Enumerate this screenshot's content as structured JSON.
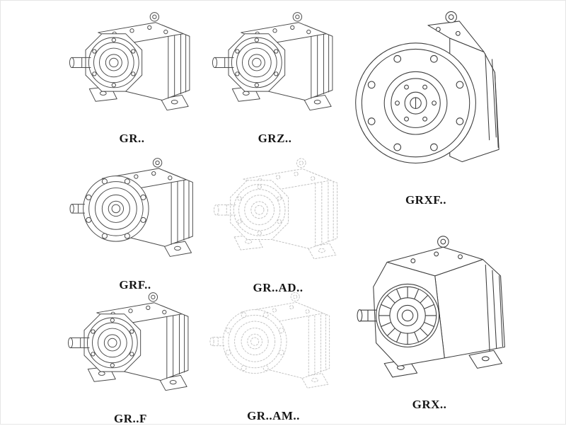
{
  "page": {
    "background": "#ffffff",
    "line_color_dark": "#4a4a4a",
    "line_color_ghost": "#c3c3c3"
  },
  "figures": [
    {
      "name": "helical-gear-unit-foot-mounted",
      "label": "GR..",
      "stroke": "#4a4a4a"
    },
    {
      "name": "helical-gear-unit-foot-mounted-z",
      "label": "GRZ..",
      "stroke": "#4a4a4a"
    },
    {
      "name": "helical-gear-unit-large-flange",
      "label": "GRXF..",
      "stroke": "#3d3d3d"
    },
    {
      "name": "helical-gear-unit-flange-mounted",
      "label": "GRF..",
      "stroke": "#4a4a4a"
    },
    {
      "name": "helical-gear-unit-adapter-ad-ghost",
      "label": "GR..AD..",
      "stroke": "#c3c3c3",
      "dash": "2.5 2.5"
    },
    {
      "name": "helical-gear-unit-foot-f",
      "label": "GR..F",
      "stroke": "#4a4a4a"
    },
    {
      "name": "helical-gear-unit-adapter-am-ghost",
      "label": "GR..AM..",
      "stroke": "#c3c3c3",
      "dash": "2.5 2.5"
    },
    {
      "name": "helical-gear-unit-large-foot",
      "label": "GRX..",
      "stroke": "#3d3d3d"
    }
  ]
}
